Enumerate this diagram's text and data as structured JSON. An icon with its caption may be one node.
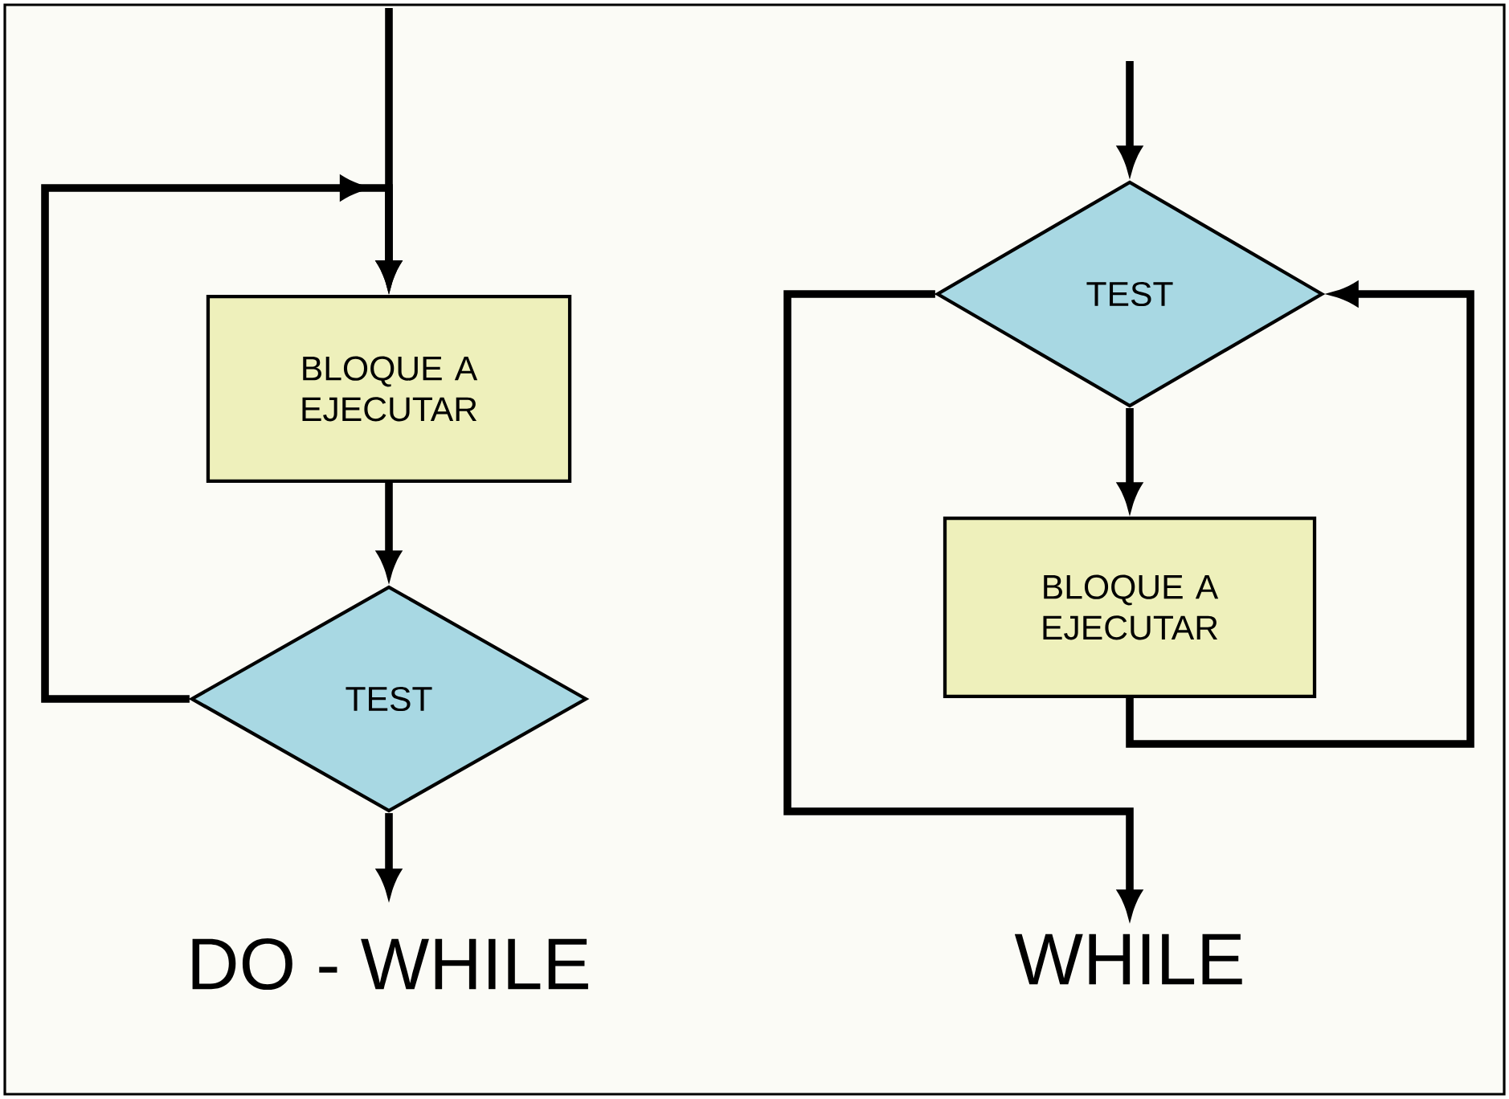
{
  "diagram": {
    "nodes": [
      {
        "text": [
          "BLOQUE A EJECUTAR"
        ]
      },
      {
        "text": [
          "TEST"
        ]
      },
      {
        "text": [
          "TEST"
        ]
      },
      {
        "text": [
          "BLOQUE A EJECUTAR"
        ]
      }
    ],
    "edges": [
      {
        "from": null,
        "to": 0,
        "arrow": "to"
      },
      {
        "from": 0,
        "to": 1,
        "arrow": "to"
      },
      {
        "from": 1,
        "to": 0,
        "arrow": "to"
      },
      {
        "from": 1,
        "to": null,
        "arrow": "to"
      },
      {
        "from": null,
        "to": 2,
        "arrow": "to"
      },
      {
        "from": 2,
        "to": 3,
        "arrow": "to"
      },
      {
        "from": 3,
        "to": 2,
        "arrow": "to"
      },
      {
        "from": 2,
        "to": null,
        "arrow": "to"
      }
    ],
    "labels": [
      "DO - WHILE",
      "WHILE"
    ]
  }
}
